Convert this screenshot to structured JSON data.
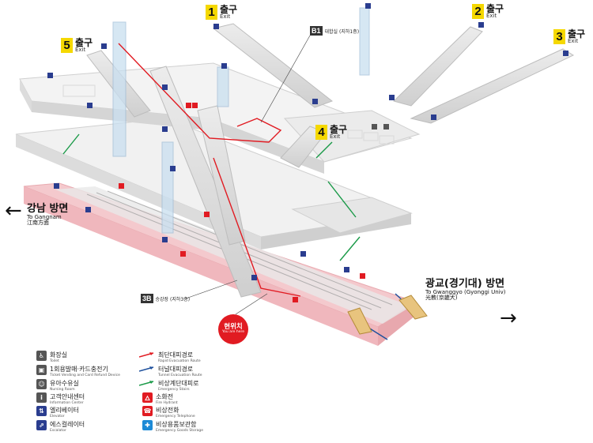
{
  "exits": [
    {
      "id": "1",
      "kr": "출구",
      "en": "Exit"
    },
    {
      "id": "2",
      "kr": "출구",
      "en": "Exit"
    },
    {
      "id": "3",
      "kr": "출구",
      "en": "Exit"
    },
    {
      "id": "4",
      "kr": "출구",
      "en": "Exit"
    },
    {
      "id": "5",
      "kr": "출구",
      "en": "Exit"
    }
  ],
  "directions": {
    "west": {
      "kr": "강남 방면",
      "en": "To Gangnam",
      "cn": "江南方面"
    },
    "east": {
      "kr": "광교(경기대) 방면",
      "en": "To Gwanggyo (Gyonggi Univ)",
      "cn": "光教(京畿大)"
    }
  },
  "floors": {
    "b1": {
      "code": "B1",
      "label": "대합실 (지하1층)"
    },
    "b3": {
      "code": "3B",
      "label": "승강장 (지하3층)"
    }
  },
  "you_are_here": {
    "kr": "현위치",
    "en": "You are here"
  },
  "legend": {
    "left": [
      {
        "icon": "toilet-icon",
        "kr": "화장실",
        "en": "Toilet"
      },
      {
        "icon": "ticket-machine-icon",
        "kr": "1회용발매·카드충전기",
        "en": "Ticket Vending and Card Refund Device"
      },
      {
        "icon": "nursing-room-icon",
        "kr": "유아수유실",
        "en": "Nursing Room"
      },
      {
        "icon": "info-center-icon",
        "kr": "고객안내센터",
        "en": "Information Center"
      },
      {
        "icon": "elevator-icon",
        "kr": "엘리베이터",
        "en": "Elevator"
      },
      {
        "icon": "escalator-icon",
        "kr": "에스컬레이터",
        "en": "Escalator"
      }
    ],
    "right": [
      {
        "icon": "fastest-evacuation-route-line",
        "kr": "최단대피경로",
        "en": "Rapid Evacuation Route"
      },
      {
        "icon": "tunnel-evacuation-route-line",
        "kr": "터널대피경로",
        "en": "Tunnel Evacuation Route"
      },
      {
        "icon": "emergency-stair-route-line",
        "kr": "비상계단대피로",
        "en": "Emergency Stairs"
      },
      {
        "icon": "fire-hydrant-icon",
        "kr": "소화전",
        "en": "Fire Hydrant"
      },
      {
        "icon": "emergency-phone-icon",
        "kr": "비상전화",
        "en": "Emergency Telephone"
      },
      {
        "icon": "emergency-storage-icon",
        "kr": "비상용품보관함",
        "en": "Emergency Goods Storage"
      }
    ]
  },
  "colors": {
    "exit_badge": "#f5d800",
    "platform": "#f4c9cd",
    "evac_red": "#e11b22",
    "tunnel_blue": "#1d4f9c",
    "stairs_green": "#1a9a48",
    "elevator_blue": "#2a3d8f"
  }
}
